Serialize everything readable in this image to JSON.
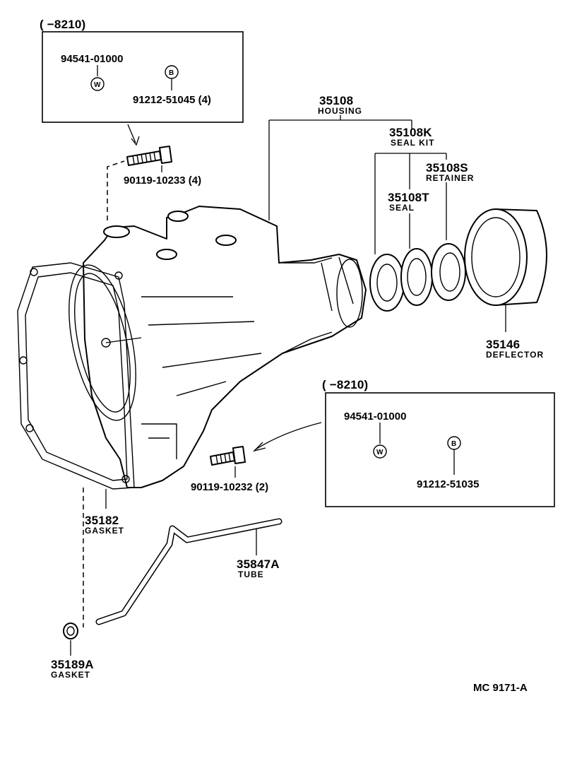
{
  "box_top": {
    "header": "(      −8210)",
    "part_a": "94541-01000",
    "symbol_a": "W",
    "part_b": "91212-51045 (4)",
    "symbol_b": "B"
  },
  "box_bottom": {
    "header": "(      −8210)",
    "part_a": "94541-01000",
    "symbol_a": "W",
    "part_b": "91212-51035",
    "symbol_b": "B"
  },
  "callouts": {
    "bolt_top": "90119-10233 (4)",
    "bolt_bottom": "90119-10232 (2)",
    "housing_num": "35108",
    "housing_name": "HOUSING",
    "sealkit_num": "35108K",
    "sealkit_name": "SEAL KIT",
    "retainer_num": "35108S",
    "retainer_name": "RETAINER",
    "seal_num": "35108T",
    "seal_name": "SEAL",
    "deflector_num": "35146",
    "deflector_name": "DEFLECTOR",
    "gasket_num": "35182",
    "gasket_name": "GASKET",
    "tube_num": "35847A",
    "tube_name": "TUBE",
    "gasket2_num": "35189A",
    "gasket2_name": "GASKET"
  },
  "figure_code": "MC  9171-A"
}
